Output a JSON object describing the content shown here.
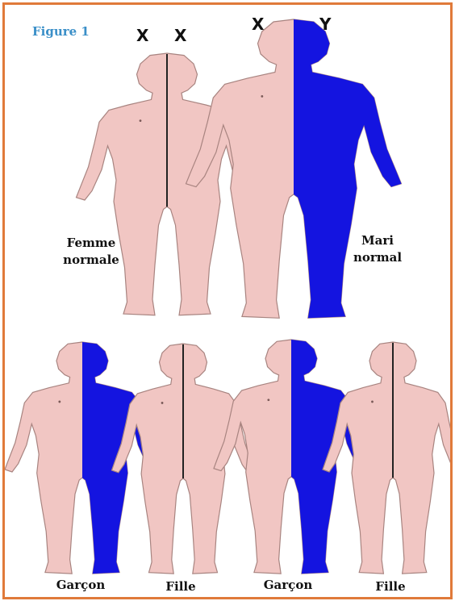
{
  "figure_title": "Figure 1",
  "colors": {
    "skin": "#f1c6c3",
    "outline": "#a88480",
    "x_chromosome_line": "#222222",
    "y_chromosome_fill": "#1414e0",
    "frame_border": "#e07a3a",
    "title": "#3a8fc8"
  },
  "parents": [
    {
      "caption_line1": "Femme",
      "caption_line2": "normale",
      "chromosomes": [
        "X",
        "X"
      ],
      "carries_y": false
    },
    {
      "caption_line1": "Mari",
      "caption_line2": "normal",
      "chromosomes": [
        "X",
        "Y"
      ],
      "carries_y": true
    }
  ],
  "children": [
    {
      "caption": "Garçon",
      "carries_y": true
    },
    {
      "caption": "Fille",
      "carries_y": false
    },
    {
      "caption": "Garçon",
      "carries_y": true
    },
    {
      "caption": "Fille",
      "carries_y": false
    }
  ]
}
